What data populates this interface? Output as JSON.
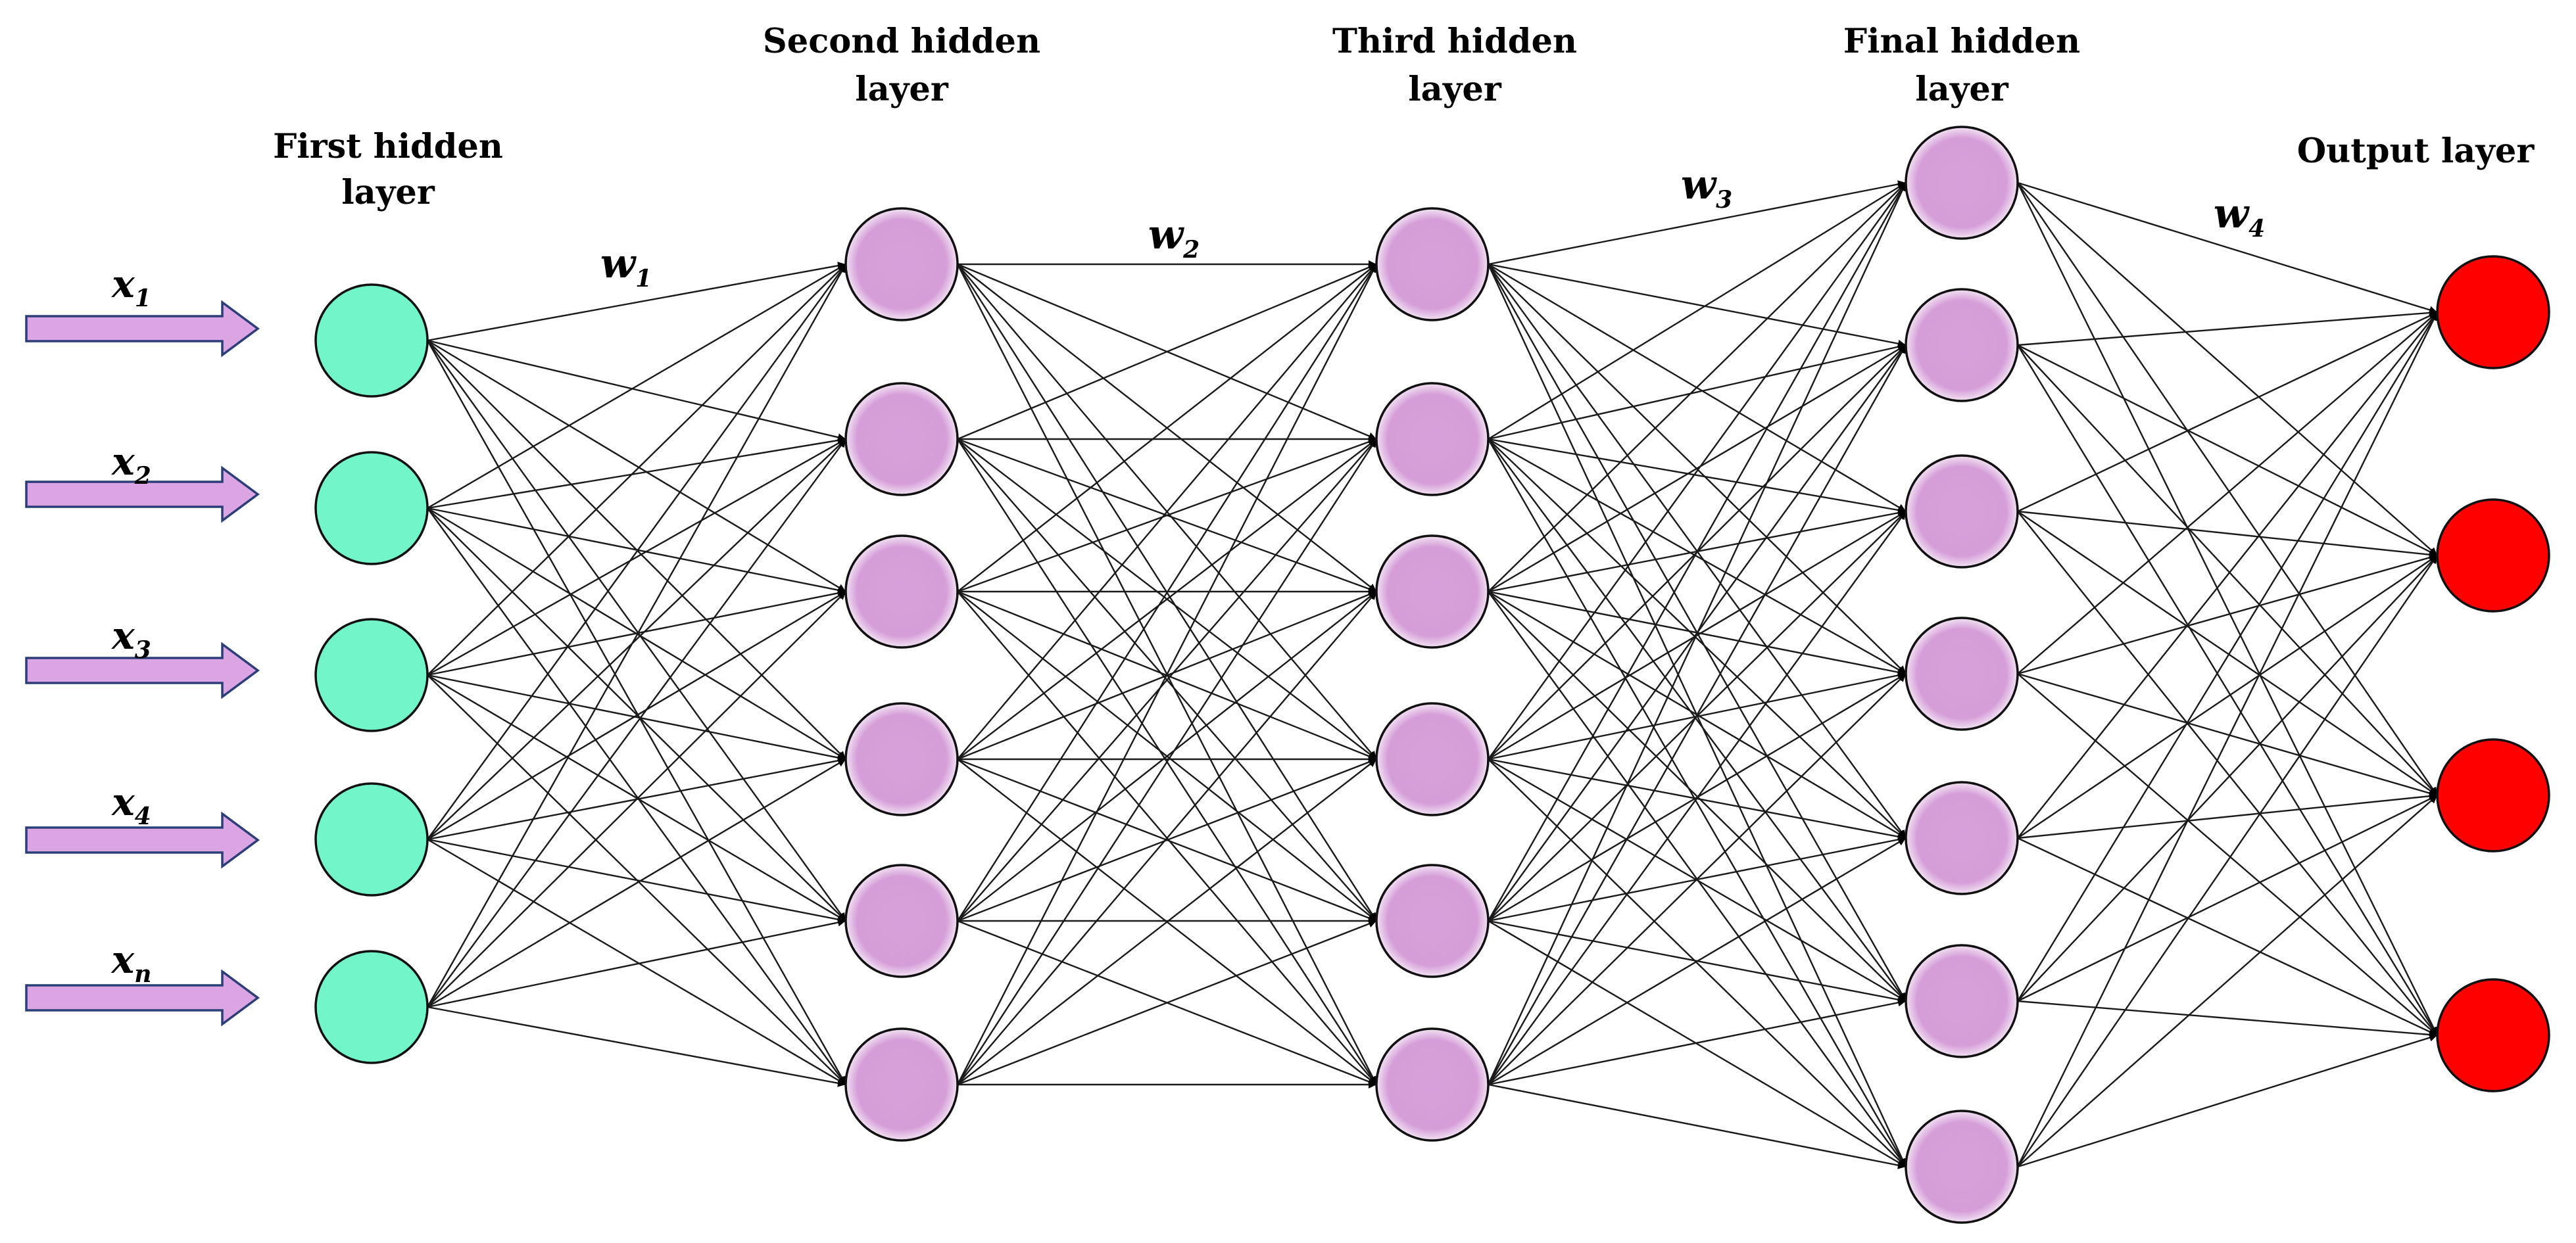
{
  "layers": [
    {
      "title": [
        "First hidden",
        "layer"
      ],
      "nodes": 5,
      "fill": "#72f5c9"
    },
    {
      "title": [
        "Second hidden",
        "layer"
      ],
      "nodes": 6,
      "fill": "#d59ed8"
    },
    {
      "title": [
        "Third hidden",
        "layer"
      ],
      "nodes": 6,
      "fill": "#d59ed8"
    },
    {
      "title": [
        "Final hidden",
        "layer"
      ],
      "nodes": 7,
      "fill": "#d59ed8"
    },
    {
      "title": [
        "Output layer"
      ],
      "nodes": 4,
      "fill": "#ff0000"
    }
  ],
  "inputs": [
    {
      "symbol": "x",
      "subscript": "1"
    },
    {
      "symbol": "x",
      "subscript": "2"
    },
    {
      "symbol": "x",
      "subscript": "3"
    },
    {
      "symbol": "x",
      "subscript": "4"
    },
    {
      "symbol": "x",
      "subscript": "n"
    }
  ],
  "weights": [
    {
      "symbol": "w",
      "subscript": "1"
    },
    {
      "symbol": "w",
      "subscript": "2"
    },
    {
      "symbol": "w",
      "subscript": "3"
    },
    {
      "symbol": "w",
      "subscript": "4"
    }
  ],
  "colors": {
    "input_arrow_fill": "#dba4e2",
    "input_arrow_stroke": "#2c3e78",
    "edge": "#1a1a1a",
    "node_stroke": "#111111"
  }
}
